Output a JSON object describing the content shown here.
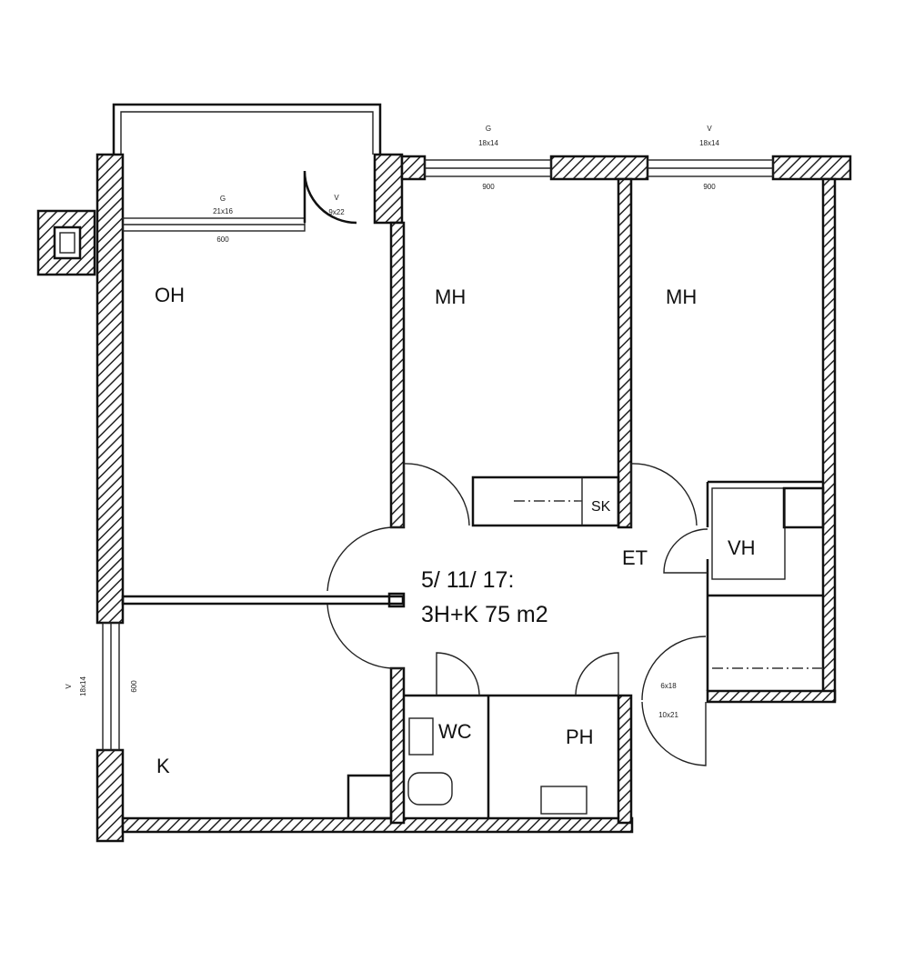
{
  "plan": {
    "rooms": {
      "living": "OH",
      "bedroom1": "MH",
      "bedroom2": "MH",
      "kitchen": "K",
      "toilet": "WC",
      "bathroom": "PH",
      "storage": "VH",
      "hall": "ET",
      "closet": "SK"
    },
    "summary": {
      "line1": "5/ 11/ 17:",
      "line2": "3H+K 75 m2"
    },
    "annotations": {
      "balcony_window_type": "G",
      "balcony_window_size": "21x16",
      "balcony_window_width": "600",
      "balcony_door_type": "V",
      "balcony_door_size": "9x22",
      "bedroom1_window_type": "G",
      "bedroom1_window_size": "18x14",
      "bedroom1_window_width": "900",
      "bedroom2_window_type": "V",
      "bedroom2_window_size": "18x14",
      "bedroom2_window_width": "900",
      "kitchen_window_type": "V",
      "kitchen_window_size": "18x14",
      "kitchen_window_width": "600",
      "entry_size_top": "6x18",
      "entry_size_bottom": "10x21"
    }
  }
}
